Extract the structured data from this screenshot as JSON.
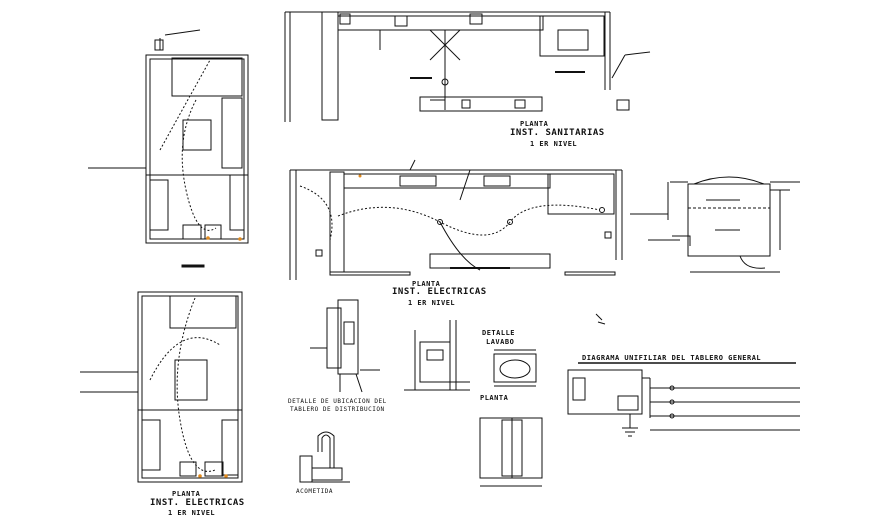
{
  "labels": {
    "sanitary_plan_l1": "PLANTA",
    "sanitary_plan_l2": "INST. SANITARIAS",
    "sanitary_plan_l3": "1 ER NIVEL",
    "electric_plan_l1": "PLANTA",
    "electric_plan_l2": "INST. ELECTRICAS",
    "electric_plan_l3": "1 ER NIVEL",
    "left_plan_l1": "PLANTA",
    "left_plan_l2": "INST. ELECTRICAS",
    "left_plan_l3": "1 ER NIVEL",
    "board_detail_l1": "DETALLE DE UBICACION DEL",
    "board_detail_l2": "TABLERO DE DISTRIBUCION",
    "sink_detail_l1": "DETALLE",
    "sink_detail_l2": "LAVABO",
    "sink_plan": "PLANTA",
    "section": "ACOMETIDA",
    "diagram_title": "DIAGRAMA UNIFILIAR DEL TABLERO GENERAL"
  },
  "colors": {
    "lines": "#111111",
    "background": "#ffffff",
    "accent_orange": "#e08a1e"
  }
}
